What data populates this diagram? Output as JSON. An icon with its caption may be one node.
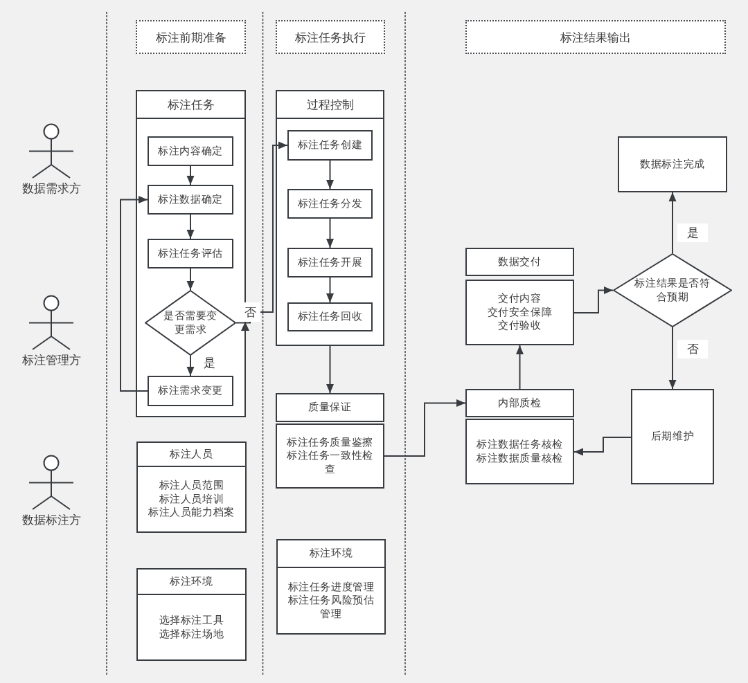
{
  "diagram": {
    "nodes": [
      {
        "text": [
          "数据需求方"
        ]
      },
      {
        "text": [
          "标注管理方"
        ]
      },
      {
        "text": [
          "数据标注方"
        ]
      },
      {
        "text": [
          "标注前期准备"
        ]
      },
      {
        "text": [
          "标注任务执行"
        ]
      },
      {
        "text": [
          "标注结果输出"
        ]
      },
      {
        "text": [
          "标注任务"
        ]
      },
      {
        "text": [
          "标注内容确定"
        ],
        "in": 6
      },
      {
        "text": [
          "标注数据确定"
        ],
        "in": 6
      },
      {
        "text": [
          "标注任务评估"
        ],
        "in": 6
      },
      {
        "text": [
          "是否需要变更需求"
        ],
        "in": 6
      },
      {
        "text": [
          "标注需求变更"
        ],
        "in": 6
      },
      {
        "text": [
          "标注人员",
          "标注人员范围",
          "标注人员培训",
          "标注人员能力档案"
        ]
      },
      {
        "text": [
          "标注环境",
          "选择标注工具",
          "选择标注场地"
        ]
      },
      {
        "text": [
          "过程控制"
        ]
      },
      {
        "text": [
          "标注任务创建"
        ],
        "in": 14
      },
      {
        "text": [
          "标注任务分发"
        ],
        "in": 14
      },
      {
        "text": [
          "标注任务开展"
        ],
        "in": 14
      },
      {
        "text": [
          "标注任务回收"
        ],
        "in": 14
      },
      {
        "text": [
          "质量保证",
          "标注任务质量鉴擦",
          "标注任务一致性检查"
        ]
      },
      {
        "text": [
          "标注环境",
          "标注任务进度管理",
          "标注任务风险预估管理"
        ]
      },
      {
        "text": [
          "数据交付",
          "交付内容",
          "交付安全保障",
          "交付验收"
        ]
      },
      {
        "text": [
          "内部质检",
          "标注数据任务核检",
          "标注数据质量核检"
        ]
      },
      {
        "text": [
          "标注结果是否符合预期"
        ]
      },
      {
        "text": [
          "数据标注完成"
        ]
      },
      {
        "text": [
          "后期维护"
        ]
      }
    ],
    "edges": [
      {
        "from": 7,
        "to": 8,
        "arrow": "to"
      },
      {
        "from": 8,
        "to": 9,
        "arrow": "to"
      },
      {
        "from": 9,
        "to": 10,
        "arrow": "to"
      },
      {
        "from": 10,
        "to": 11,
        "arrow": "to",
        "label": "是"
      },
      {
        "from": 11,
        "to": 8,
        "arrow": "to"
      },
      {
        "from": 10,
        "to": 15,
        "arrow": "to",
        "label": "否"
      },
      {
        "from": 15,
        "to": 16,
        "arrow": "to"
      },
      {
        "from": 16,
        "to": 17,
        "arrow": "to"
      },
      {
        "from": 17,
        "to": 18,
        "arrow": "to"
      },
      {
        "from": 14,
        "to": 19,
        "arrow": "to"
      },
      {
        "from": 19,
        "to": 22,
        "arrow": "to"
      },
      {
        "from": 22,
        "to": 21,
        "arrow": "to"
      },
      {
        "from": 21,
        "to": 23,
        "arrow": "to"
      },
      {
        "from": 23,
        "to": 24,
        "arrow": "to",
        "label": "是"
      },
      {
        "from": 23,
        "to": 25,
        "arrow": "to",
        "label": "否"
      },
      {
        "from": 25,
        "to": 22,
        "arrow": "to"
      }
    ]
  }
}
